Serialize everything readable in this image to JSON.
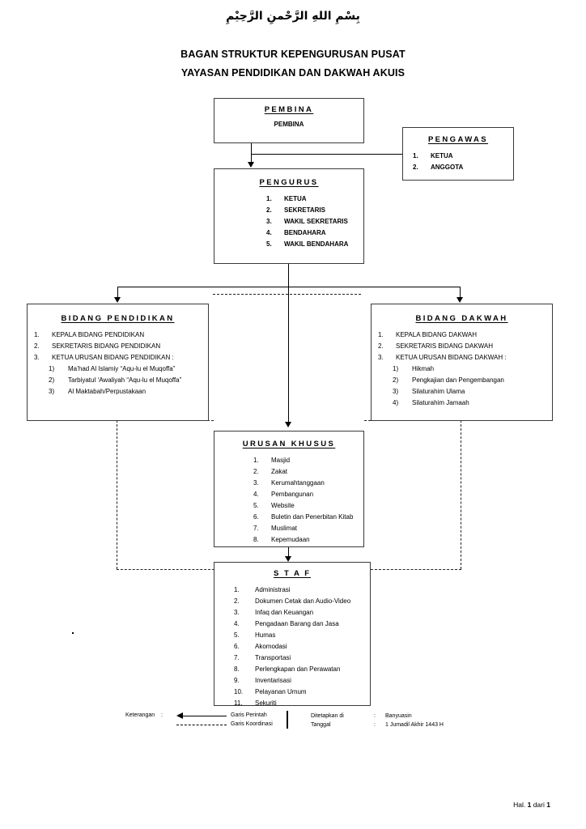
{
  "document": {
    "basmalah": "بِسْمِ اللهِ الرَّحْمنِ الرَّحِيْمِ",
    "title_line_1": "BAGAN STRUKTUR KEPENGURUSAN PUSAT",
    "title_line_2": "YAYASAN PENDIDIKAN DAN DAKWAH AKUIS"
  },
  "boxes": {
    "pembina": {
      "title": "PEMBINA",
      "body_text": "PEMBINA"
    },
    "pengawas": {
      "title": "PENGAWAS",
      "items": [
        "KETUA",
        "ANGGOTA"
      ]
    },
    "pengurus": {
      "title": "PENGURUS",
      "items": [
        "KETUA",
        "SEKRETARIS",
        "WAKIL SEKRETARIS",
        "BENDAHARA",
        "WAKIL BENDAHARA"
      ]
    },
    "bidang_pendidikan": {
      "title": "BIDANG PENDIDIKAN",
      "items": [
        "KEPALA BIDANG PENDIDIKAN",
        "SEKRETARIS BIDANG PENDIDIKAN",
        "KETUA URUSAN BIDANG PENDIDIKAN :"
      ],
      "sub_items": [
        "Ma’had Al Islamiy “Aqu-lu el  Muqoffa”",
        "Tarbiyatul ‘Awaliyah “Aqu-lu el  Muqoffa”",
        "Al Maktabah/Perpustakaan"
      ]
    },
    "bidang_dakwah": {
      "title": "BIDANG DAKWAH",
      "items": [
        "KEPALA BIDANG DAKWAH",
        "SEKRETARIS BIDANG DAKWAH",
        "KETUA URUSAN BIDANG DAKWAH :"
      ],
      "sub_items": [
        "Hikmah",
        "Pengkajian dan Pengembangan",
        "Silaturahim Ulama",
        "Silaturahim Jamaah"
      ]
    },
    "urusan_khusus": {
      "title": "URUSAN KHUSUS",
      "items": [
        "Masjid",
        "Zakat",
        "Kerumahtanggaan",
        "Pembangunan",
        "Website",
        "Buletin dan Penerbitan Kitab",
        "Muslimat",
        "Kepemudaan"
      ]
    },
    "staf": {
      "title": "S T A F",
      "items": [
        "Administrasi",
        "Dokumen Cetak dan Audio-Video",
        "Infaq dan Keuangan",
        "Pengadaan Barang dan Jasa",
        "Humas",
        "Akomodasi",
        "Transportasi",
        "Perlengkapan dan Perawatan",
        "Inventarisasi",
        "Pelayanan Umum",
        "Sekuriti"
      ]
    }
  },
  "legend": {
    "label": "Keterangan",
    "colon": ":",
    "solid_line_text": "Garis Perintah",
    "dashed_line_text": "Garis Koordinasi"
  },
  "signature": {
    "place_label": "Ditetapkan di",
    "place_colon": ":",
    "place_value": "Banyuasin",
    "date_label": "Tanggal",
    "date_colon": ":",
    "date_value": "1 Jumadil Akhir 1443 H"
  },
  "footer": {
    "prefix": "Hal.",
    "current_page": "1",
    "middle": "dari",
    "total_pages": "1"
  }
}
